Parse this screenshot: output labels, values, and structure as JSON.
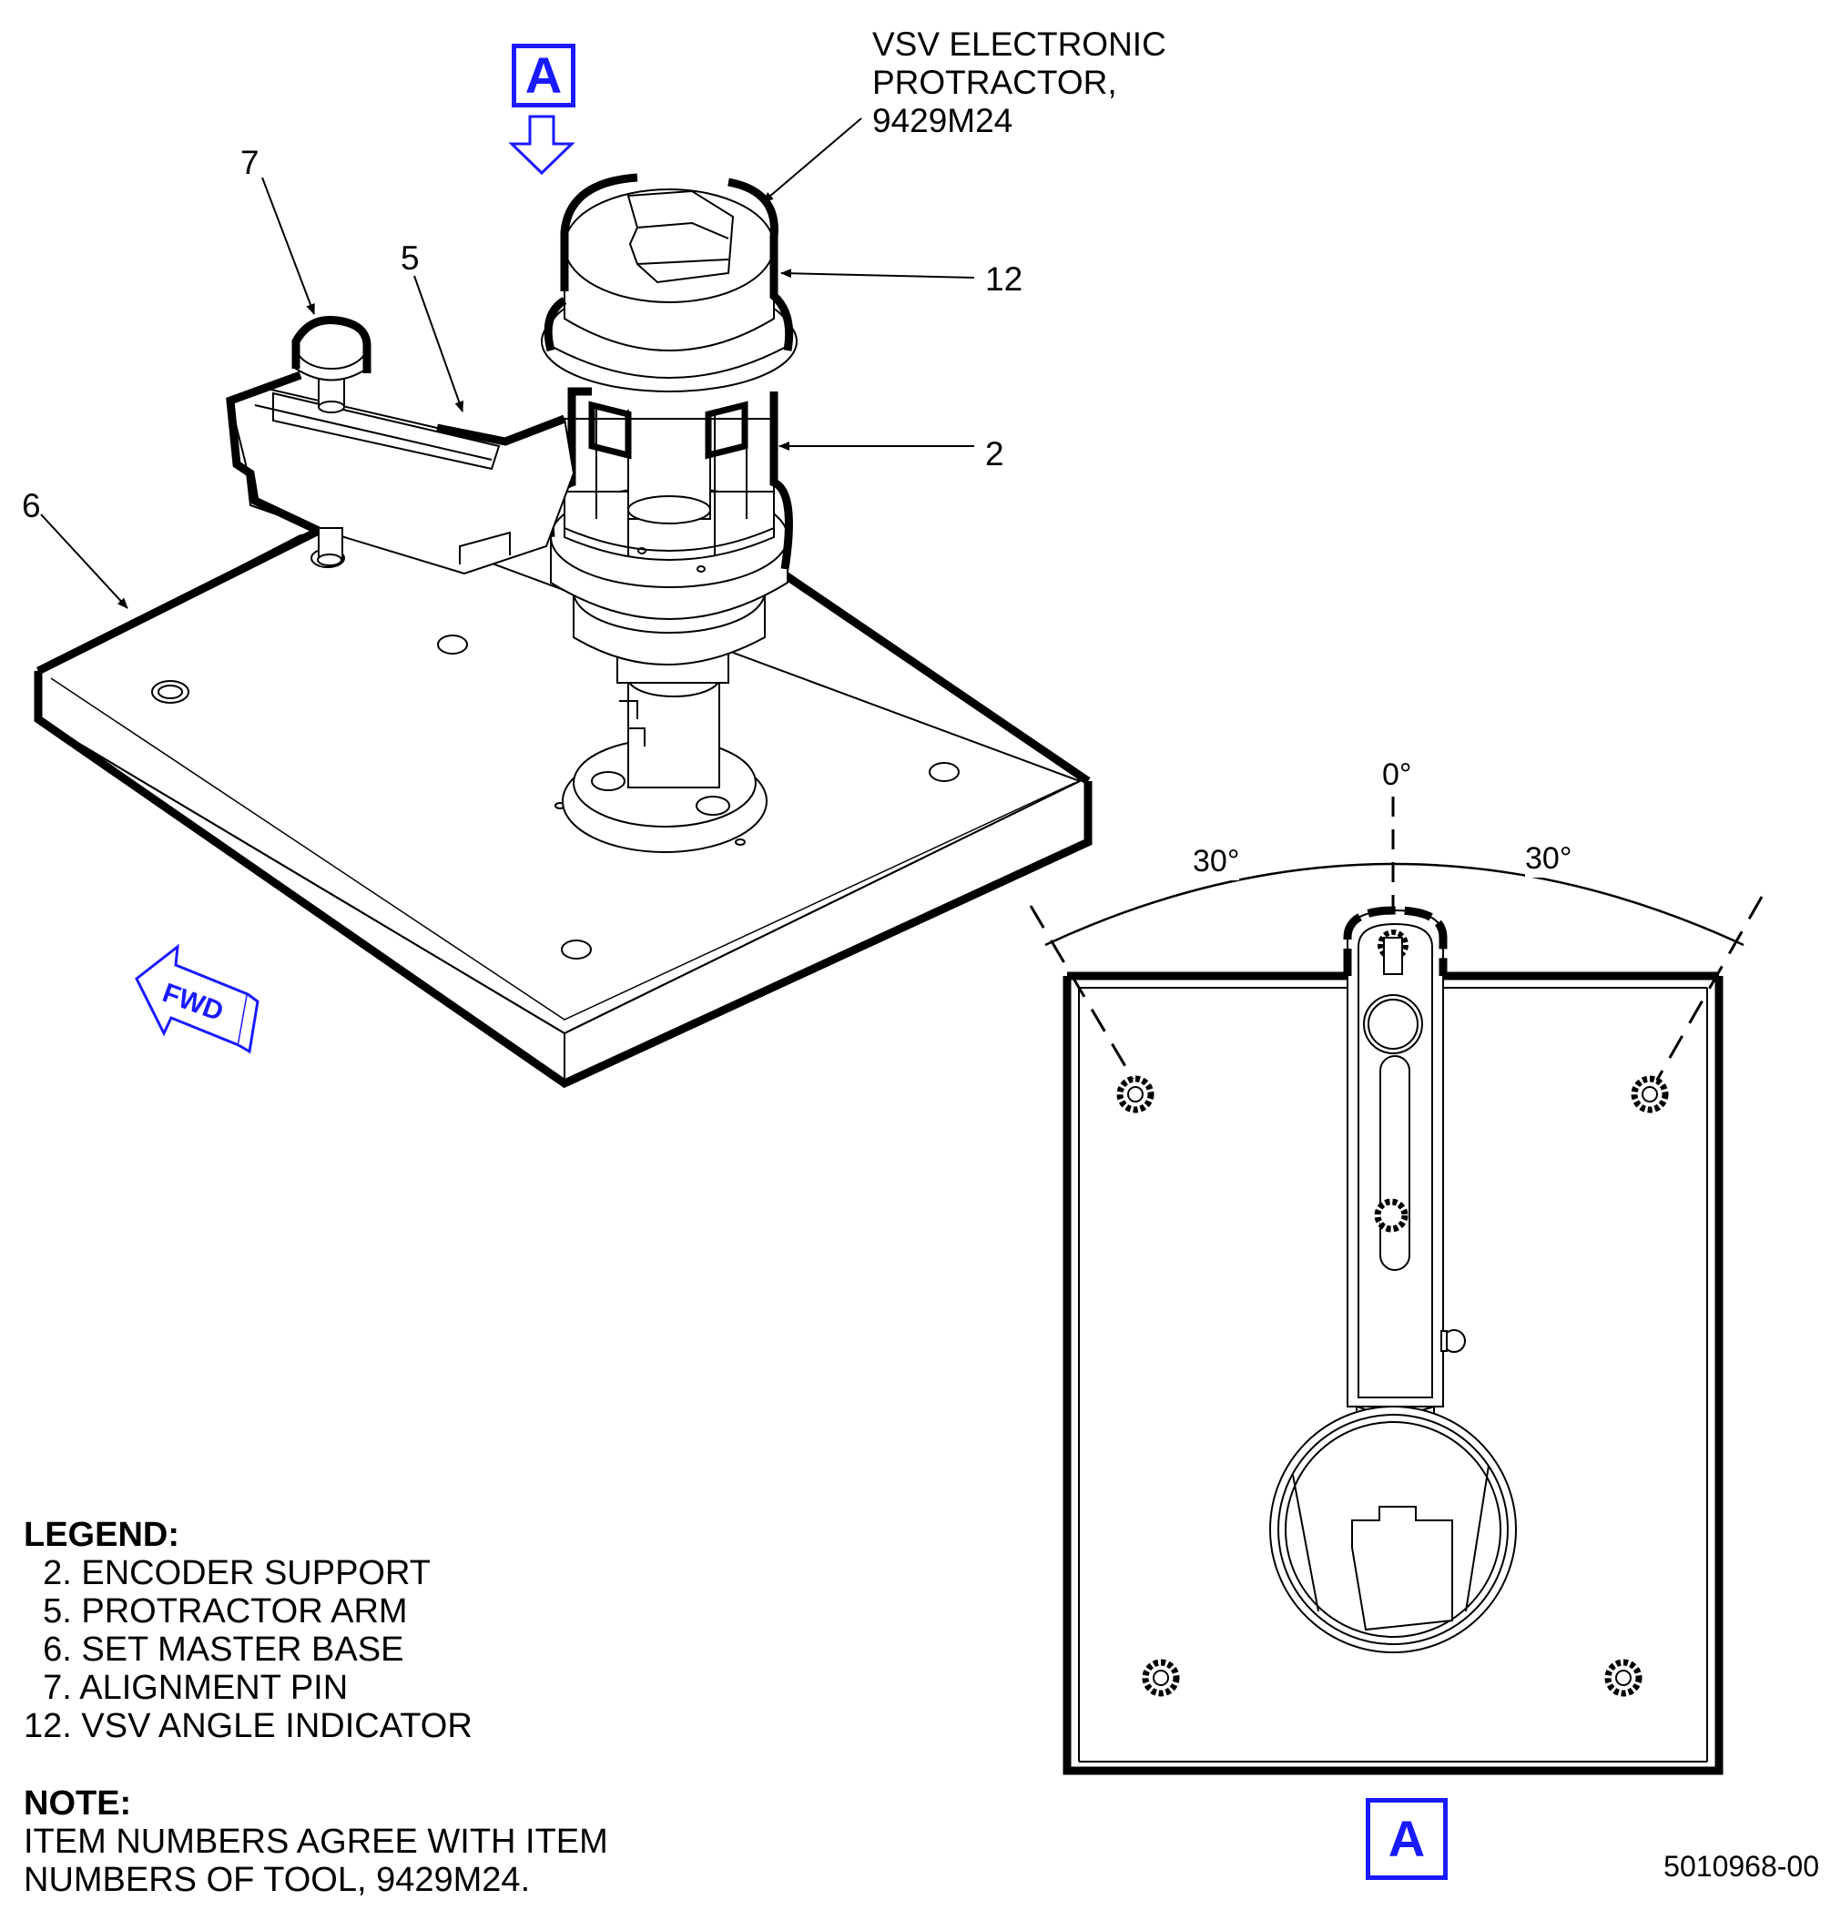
{
  "callouts": {
    "protractor": [
      "VSV ELECTRONIC",
      "PROTRACTOR,",
      "9429M24"
    ],
    "item7": "7",
    "item5": "5",
    "item6": "6",
    "item12": "12",
    "item2": "2"
  },
  "view_marker": "A",
  "fwd_label": "FWD",
  "angles": {
    "center": "0°",
    "left": "30°",
    "right": "30°"
  },
  "legend": {
    "title": "LEGEND:",
    "items": [
      "  2. ENCODER SUPPORT",
      "  5. PROTRACTOR ARM",
      "  6. SET MASTER BASE",
      "  7. ALIGNMENT PIN",
      "12. VSV ANGLE INDICATOR"
    ]
  },
  "note": {
    "title": "NOTE:",
    "lines": [
      "ITEM NUMBERS AGREE WITH ITEM",
      "NUMBERS OF TOOL, 9429M24."
    ]
  },
  "doc_id": "5010968-00",
  "colors": {
    "marker_blue": "#1a1aff",
    "line": "#000000"
  }
}
